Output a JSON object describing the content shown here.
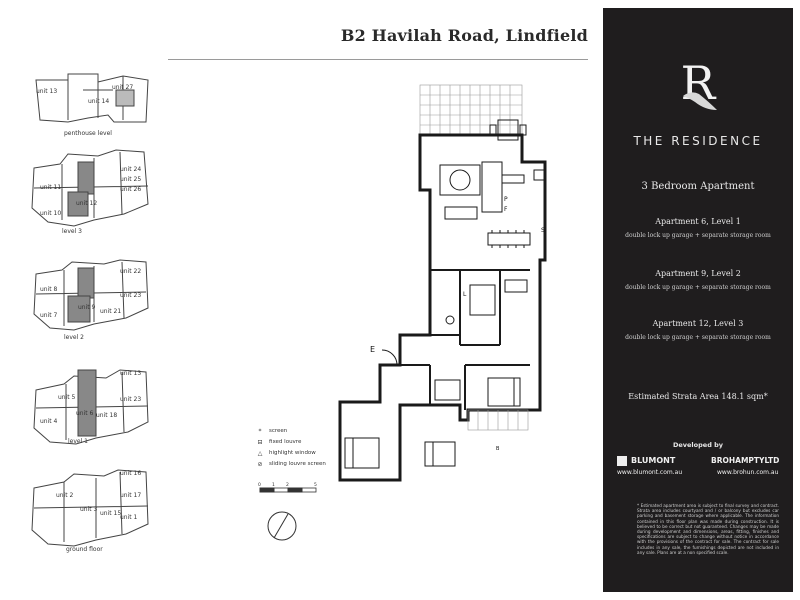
{
  "header": {
    "title": "B2 Havilah Road, Lindfield"
  },
  "brand": {
    "logo_letter": "R",
    "name": "THE RESIDENCE"
  },
  "property_type": "3 Bedroom Apartment",
  "apartments": [
    {
      "title": "Apartment 6, Level 1",
      "detail": "double lock up garage + separate storage room"
    },
    {
      "title": "Apartment 9, Level 2",
      "detail": "double lock up garage + separate storage room"
    },
    {
      "title": "Apartment 12, Level 3",
      "detail": "double lock up garage + separate storage room"
    }
  ],
  "area": "Estimated Strata Area 148.1 sqm*",
  "developer": {
    "heading": "Developed by",
    "companies": [
      {
        "name": "BLUMONT",
        "url": "www.blumont.com.au"
      },
      {
        "name": "BROHAMPTYLTD",
        "url": "www.brohun.com.au"
      }
    ]
  },
  "disclaimer": "* Estimated apartment area is subject to final survey and contract. Strata area includes courtyard and / or balcony but excludes car parking and basement storage where applicable. The information contained in this floor plan was made during construction. It is believed to be correct but not guaranteed. Changes may be made during development and dimensions, areas, fitting, finishes and specifications are subject to change without notice in accordance with the provisions of the contract for sale. The contract for sale includes in any sale, the furnishings depicted are not included in any sale. Plans are at a non specified scale.",
  "thumbnails": [
    {
      "level": "penthouse level",
      "units": [
        "unit 13",
        "unit 27",
        "unit 14"
      ]
    },
    {
      "level": "level 3",
      "units": [
        "unit 11",
        "unit 24",
        "unit 26",
        "unit 10",
        "unit 12",
        "unit 25"
      ]
    },
    {
      "level": "level 2",
      "units": [
        "unit 22",
        "unit 8",
        "unit 9",
        "unit 23",
        "unit 7",
        "unit 21"
      ]
    },
    {
      "level": "level 1",
      "units": [
        "unit 13",
        "unit 5",
        "unit 4",
        "unit 6",
        "unit 18",
        "unit 23"
      ]
    },
    {
      "level": "ground floor",
      "units": [
        "unit 16",
        "unit 2",
        "unit 17",
        "unit 3",
        "unit 15",
        "unit 1"
      ]
    }
  ],
  "legend": [
    {
      "icon": "*",
      "label": "screen"
    },
    {
      "icon": "⊟",
      "label": "fixed louvre"
    },
    {
      "icon": "△",
      "label": "highlight window"
    },
    {
      "icon": "⊘",
      "label": "sliding louvre screen"
    }
  ],
  "scale_labels": [
    "0",
    "1",
    "2",
    "5"
  ],
  "plan_labels": {
    "entry": "E",
    "store": "S",
    "linen": "L",
    "pantry": "P",
    "fridge": "F",
    "balcony": "B"
  }
}
